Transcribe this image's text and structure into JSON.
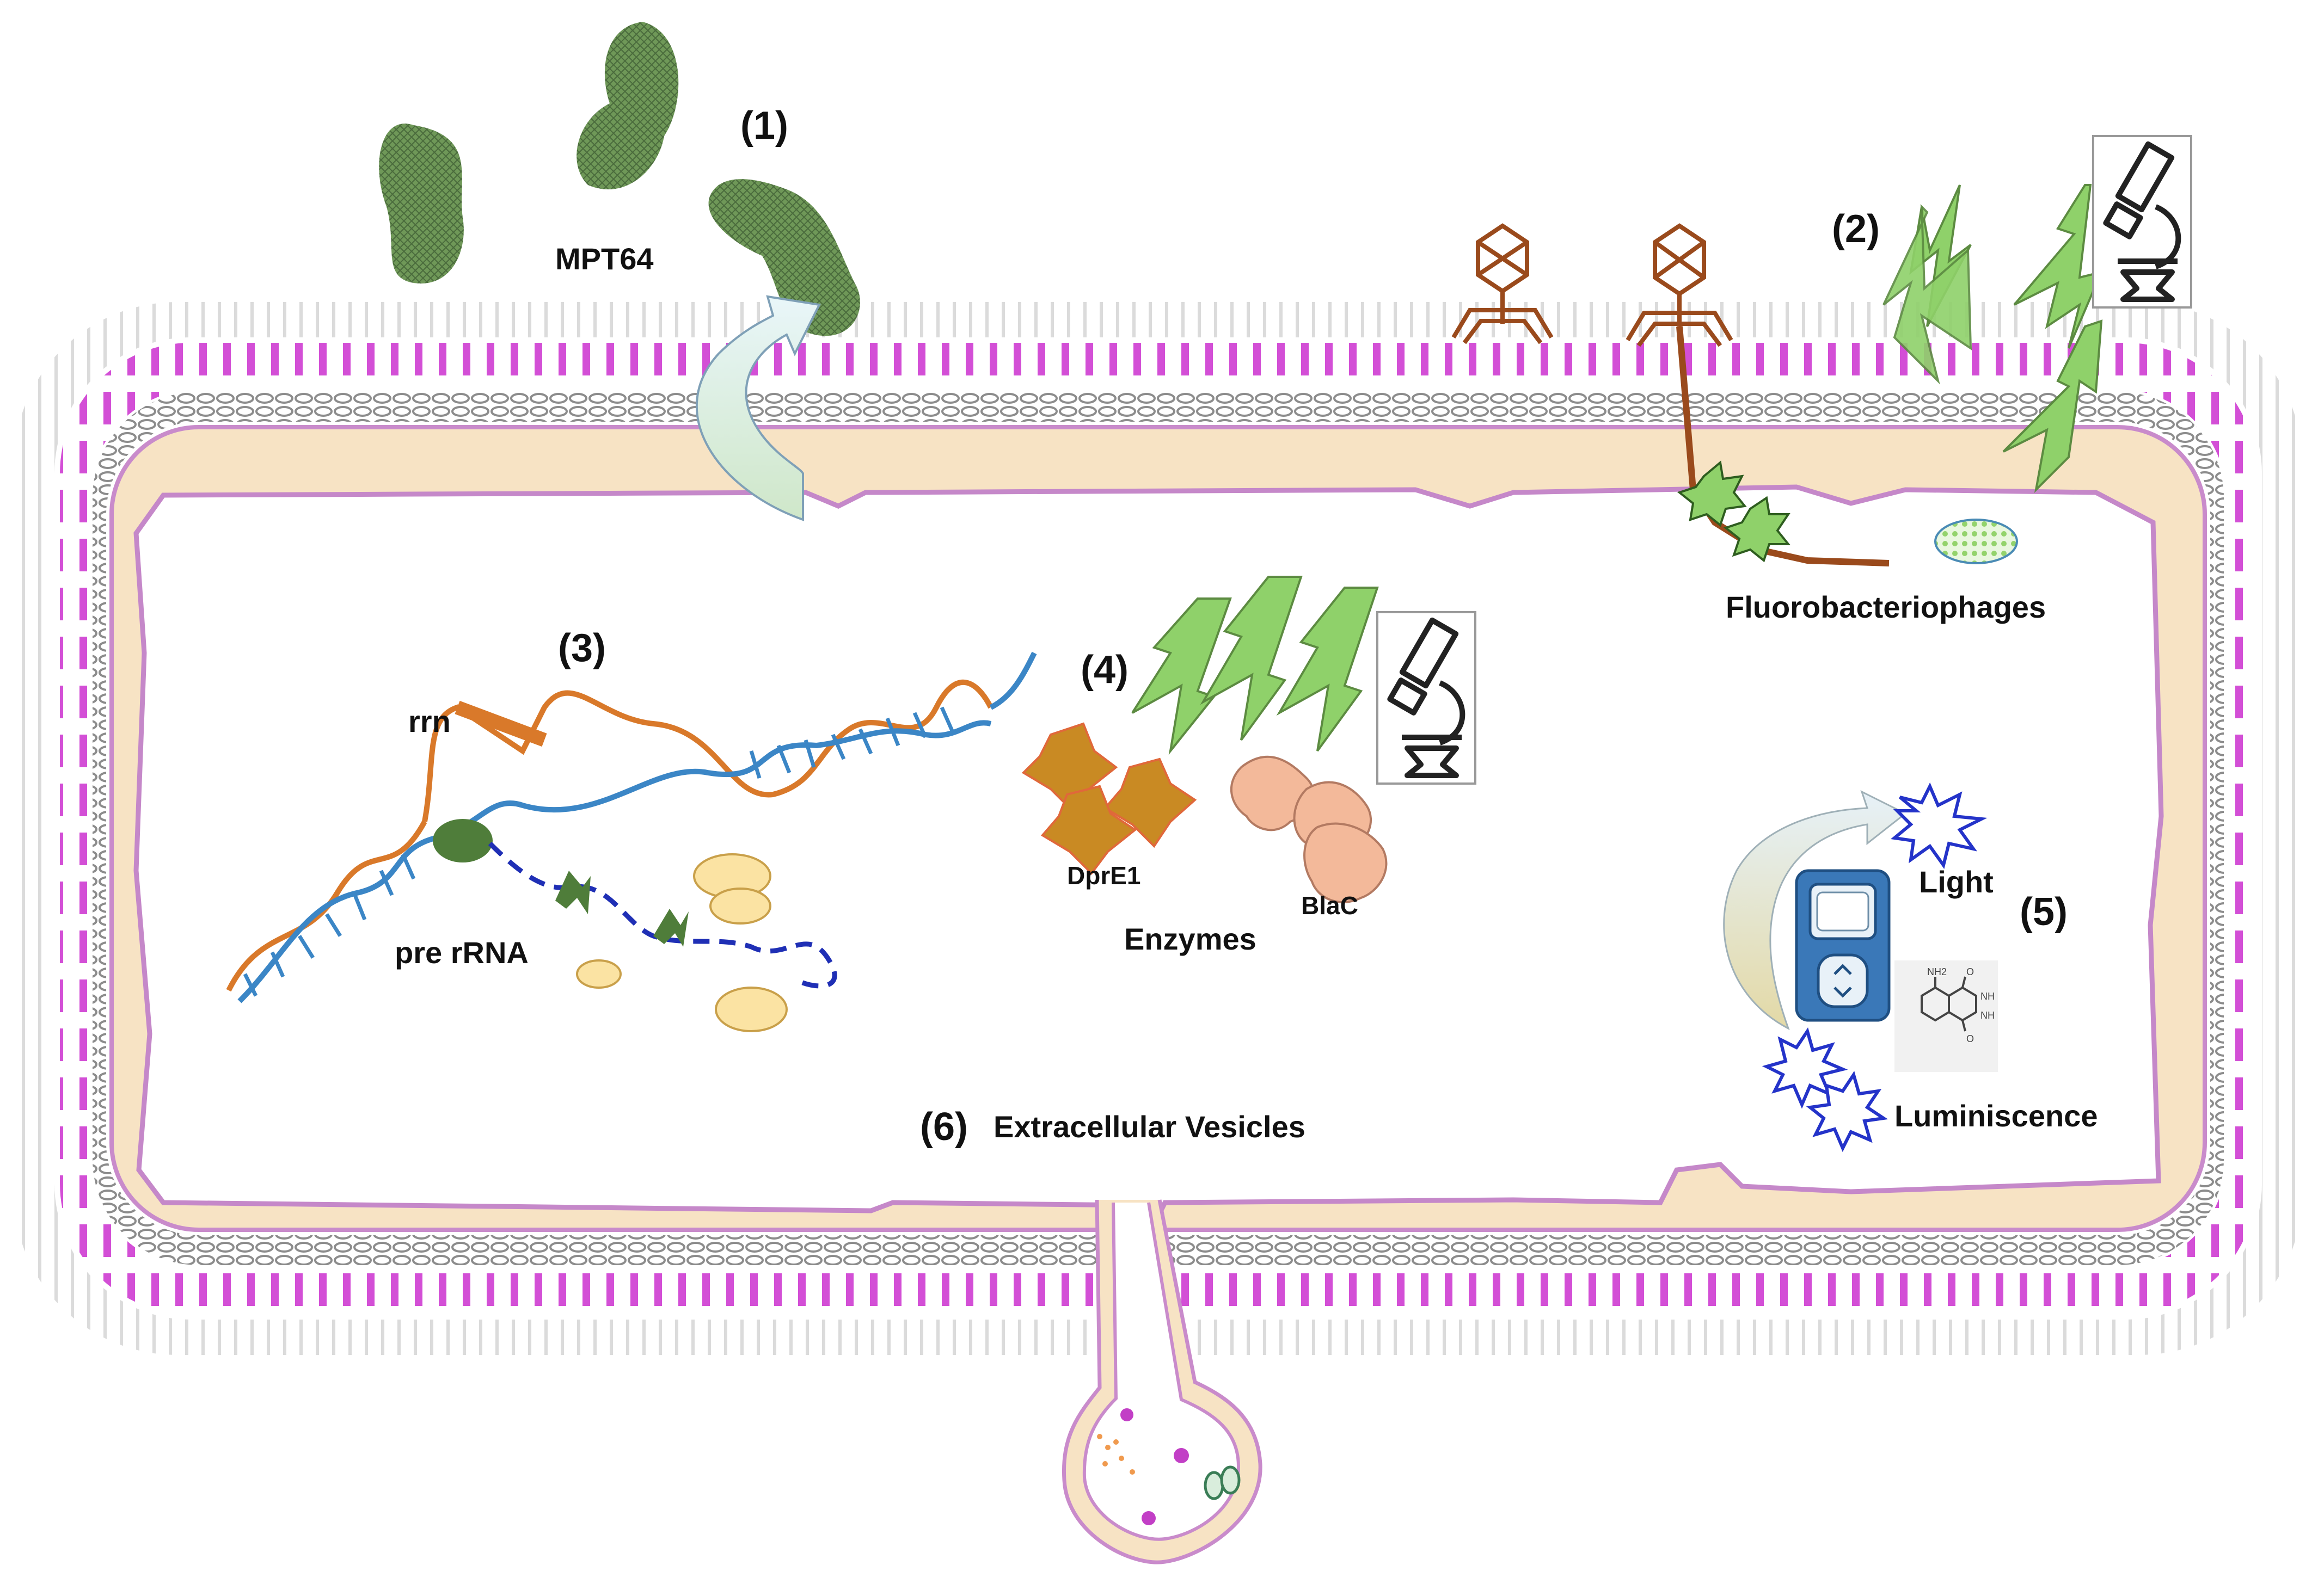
{
  "labels": {
    "mpt64": "MPT64",
    "fluorobacteriophages": "Fluorobacteriophages",
    "rrn": "rrn",
    "pre_rrna": "pre rRNA",
    "dpre1": "DprE1",
    "blac": "BlaC",
    "enzymes": "Enzymes",
    "light": "Light",
    "luminiscence": "Luminiscence",
    "extracellular_vesicles": "Extracellular Vesicles"
  },
  "numbers": {
    "n1": "(1)",
    "n2": "(2)",
    "n3": "(3)",
    "n4": "(4)",
    "n5": "(5)",
    "n6": "(6)"
  },
  "colors": {
    "membrane_pink": "#c94fd0",
    "cytoplasm_outline": "#c68ac9",
    "periplasm_beige": "#f7e3c4",
    "mpt64_green": "#6a8f55",
    "phage_brown": "#9a4a1c",
    "fluorescence_green": "#8fd16a",
    "dpre1_orange": "#c98a23",
    "blac_peach": "#f3b99a",
    "rna_orange": "#d9792a",
    "rna_blue": "#3b86c6",
    "precursor_blue": "#1f2fb5",
    "ribosome_yellow": "#fbe3a3",
    "device_blue": "#3a78b8",
    "light_star_blue": "#2433c9"
  },
  "icons": [
    "microscope-icon",
    "luminometer-icon",
    "luminol-structure-icon",
    "bacteriophage-icon",
    "fluorescence-bolt-icon",
    "curved-arrow-icon"
  ]
}
